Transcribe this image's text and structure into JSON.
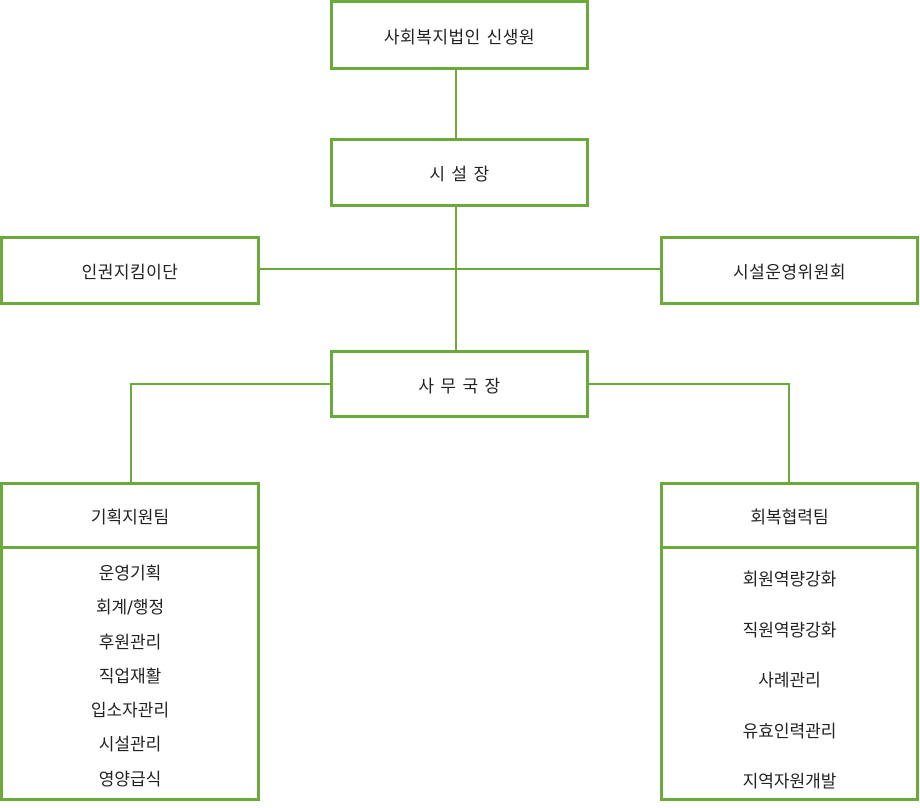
{
  "org": {
    "top": "사회복지법인 신생원",
    "director": "시 설 장",
    "left_committee": "인권지킴이단",
    "right_committee": "시설운영위원회",
    "secretary": "사 무 국 장"
  },
  "teams": {
    "left": {
      "title": "기획지원팀",
      "items": [
        "운영기획",
        "회계/행정",
        "후원관리",
        "직업재활",
        "입소자관리",
        "시설관리",
        "영양급식"
      ]
    },
    "right": {
      "title": "회복협력팀",
      "items": [
        "회원역량강화",
        "직원역량강화",
        "사례관리",
        "유효인력관리",
        "지역자원개발"
      ]
    }
  },
  "colors": {
    "border": "#6aaa3a",
    "text": "#222222",
    "background": "#ffffff"
  }
}
